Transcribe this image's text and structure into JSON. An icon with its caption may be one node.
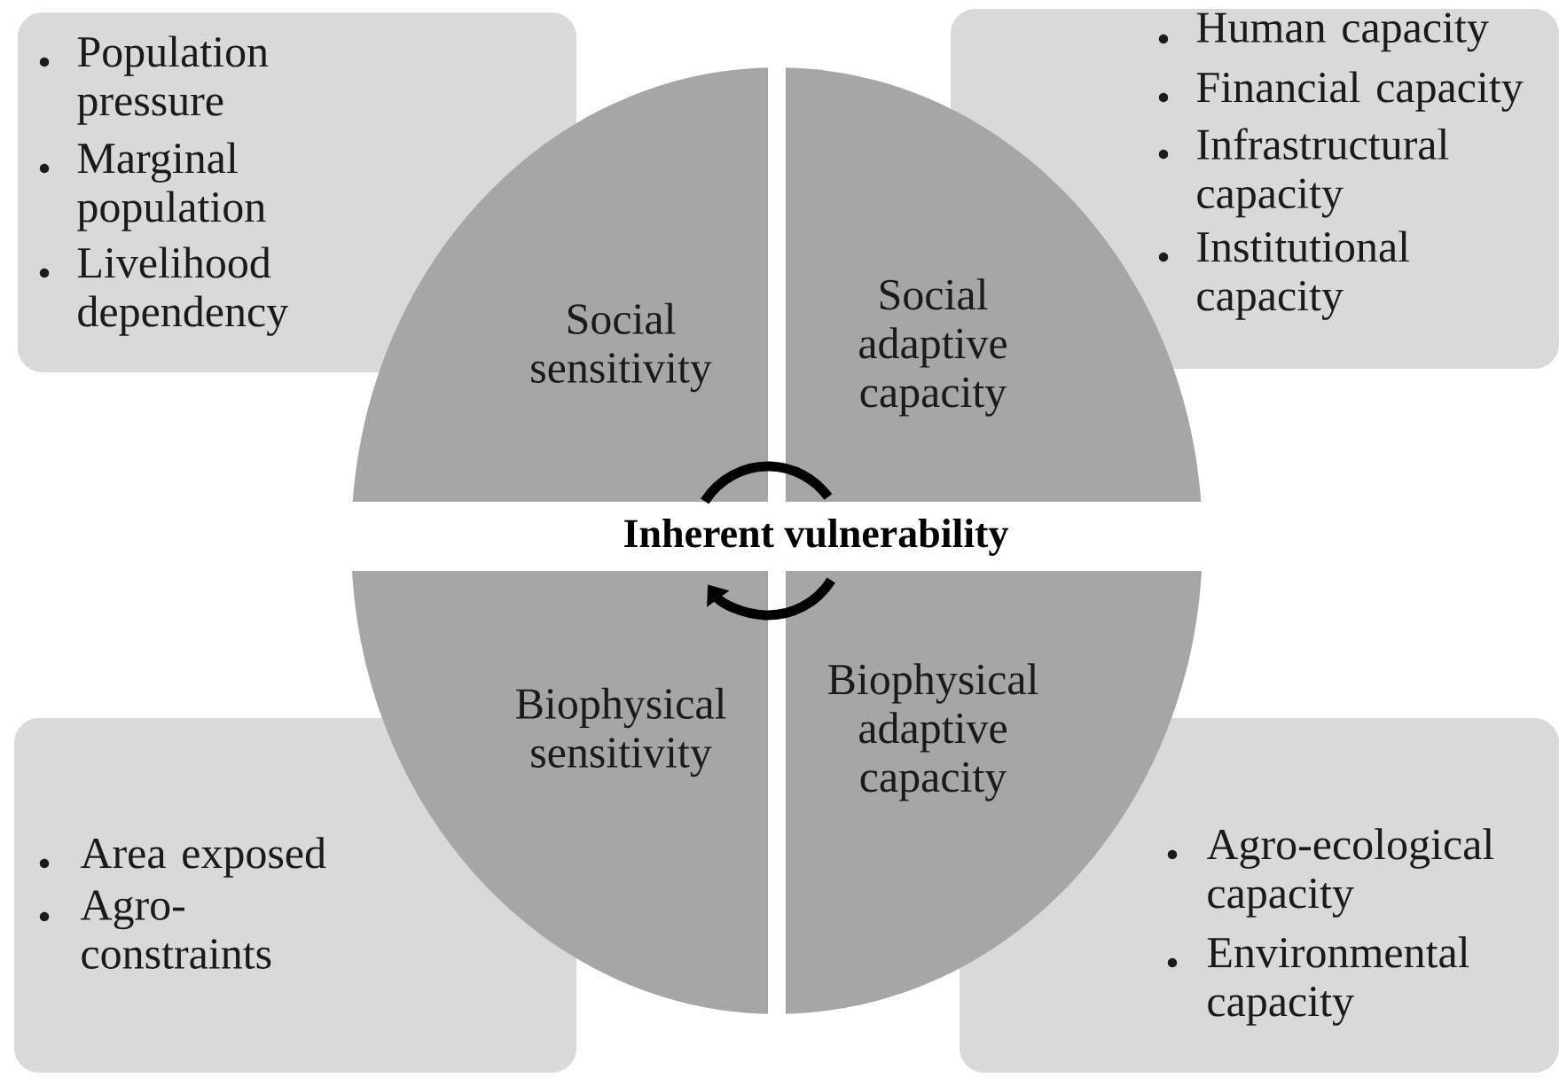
{
  "diagram": {
    "nodes": [
      {
        "text": [
          "Population pressure",
          "Marginal population",
          "Livelihood dependency"
        ]
      },
      {
        "text": [
          "Human capacity",
          "Financial capacity",
          "Infrastructural capacity",
          "Institutional capacity"
        ]
      },
      {
        "text": [
          "Social sensitivity"
        ]
      },
      {
        "text": [
          "Social adaptive capacity"
        ]
      },
      {
        "text": [
          "Biophysical sensitivity"
        ]
      },
      {
        "text": [
          "Biophysical adaptive capacity"
        ]
      },
      {
        "text": [
          "Area exposed",
          "Agro- constraints"
        ]
      },
      {
        "text": [
          "Agro-ecological capacity",
          "Environmental capacity"
        ]
      }
    ],
    "edges": [],
    "labels": [
      "Inherent vulnerability"
    ]
  }
}
